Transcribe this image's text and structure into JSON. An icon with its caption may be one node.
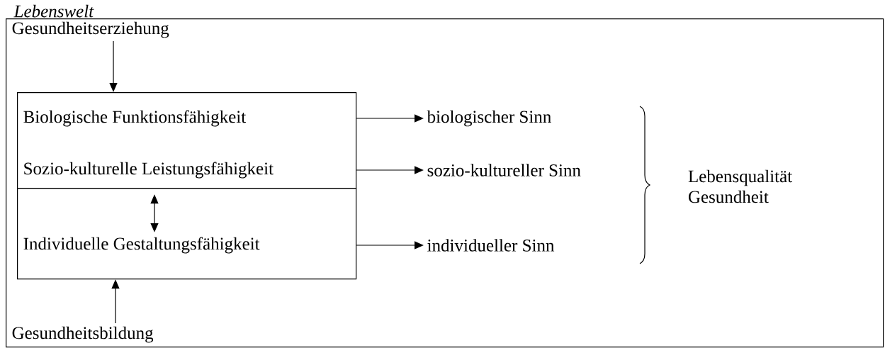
{
  "diagram": {
    "nodes": [
      {
        "text": [
          "Lebenswelt"
        ]
      },
      {
        "text": [
          "Gesundheitserziehung"
        ],
        "in": 0
      },
      {
        "text": [],
        "shape": "box",
        "in": 0
      },
      {
        "text": [
          "Biologische Funktionsfähigkeit"
        ],
        "in": 2
      },
      {
        "text": [
          "Sozio-kulturelle Leistungsfähigkeit"
        ],
        "in": 2
      },
      {
        "text": [],
        "shape": "box",
        "in": 0
      },
      {
        "text": [
          "Individuelle Gestaltungsfähigkeit"
        ],
        "in": 5
      },
      {
        "text": [
          "Gesundheitsbildung"
        ],
        "in": 0
      },
      {
        "text": [
          "biologischer Sinn"
        ],
        "in": 0
      },
      {
        "text": [
          "sozio-kultureller Sinn"
        ],
        "in": 0
      },
      {
        "text": [
          "individueller Sinn"
        ],
        "in": 0
      }
    ],
    "edges": [
      {
        "from": 1,
        "to": 2,
        "arrow": "to"
      },
      {
        "from": 2,
        "to": 8,
        "arrow": "to"
      },
      {
        "from": 2,
        "to": 9,
        "arrow": "to"
      },
      {
        "from": 2,
        "to": 6,
        "arrow": "both"
      },
      {
        "from": 5,
        "to": 10,
        "arrow": "to"
      },
      {
        "from": 7,
        "to": 5,
        "arrow": "to"
      }
    ],
    "labels": [
      "Lebensqualität Gesundheit"
    ]
  }
}
